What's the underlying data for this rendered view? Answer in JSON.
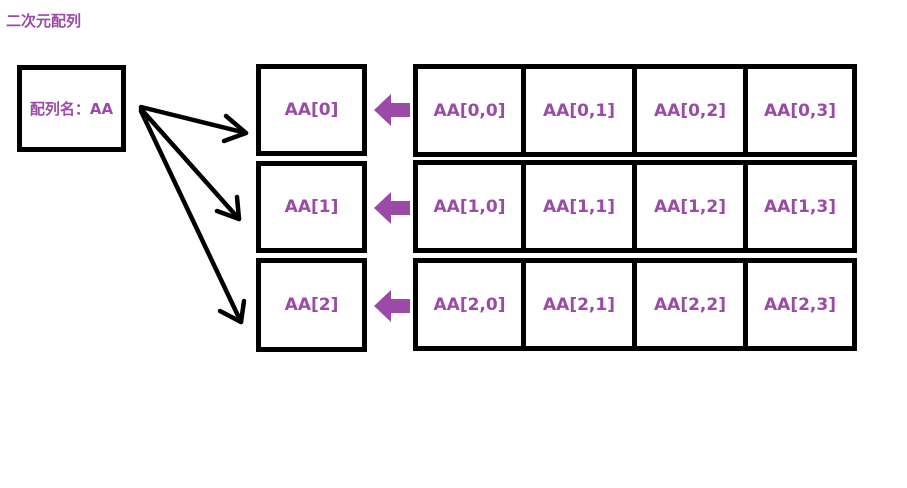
{
  "colors": {
    "accent": "#9b4aa8",
    "outline": "#000000"
  },
  "title": "二次元配列",
  "array_name": "配列名：AA",
  "rows": [
    {
      "ref": "AA[0]",
      "cells": [
        "AA[0,0]",
        "AA[0,1]",
        "AA[0,2]",
        "AA[0,3]"
      ]
    },
    {
      "ref": "AA[1]",
      "cells": [
        "AA[1,0]",
        "AA[1,1]",
        "AA[1,2]",
        "AA[1,3]"
      ]
    },
    {
      "ref": "AA[2]",
      "cells": [
        "AA[2,0]",
        "AA[2,1]",
        "AA[2,2]",
        "AA[2,3]"
      ]
    }
  ]
}
